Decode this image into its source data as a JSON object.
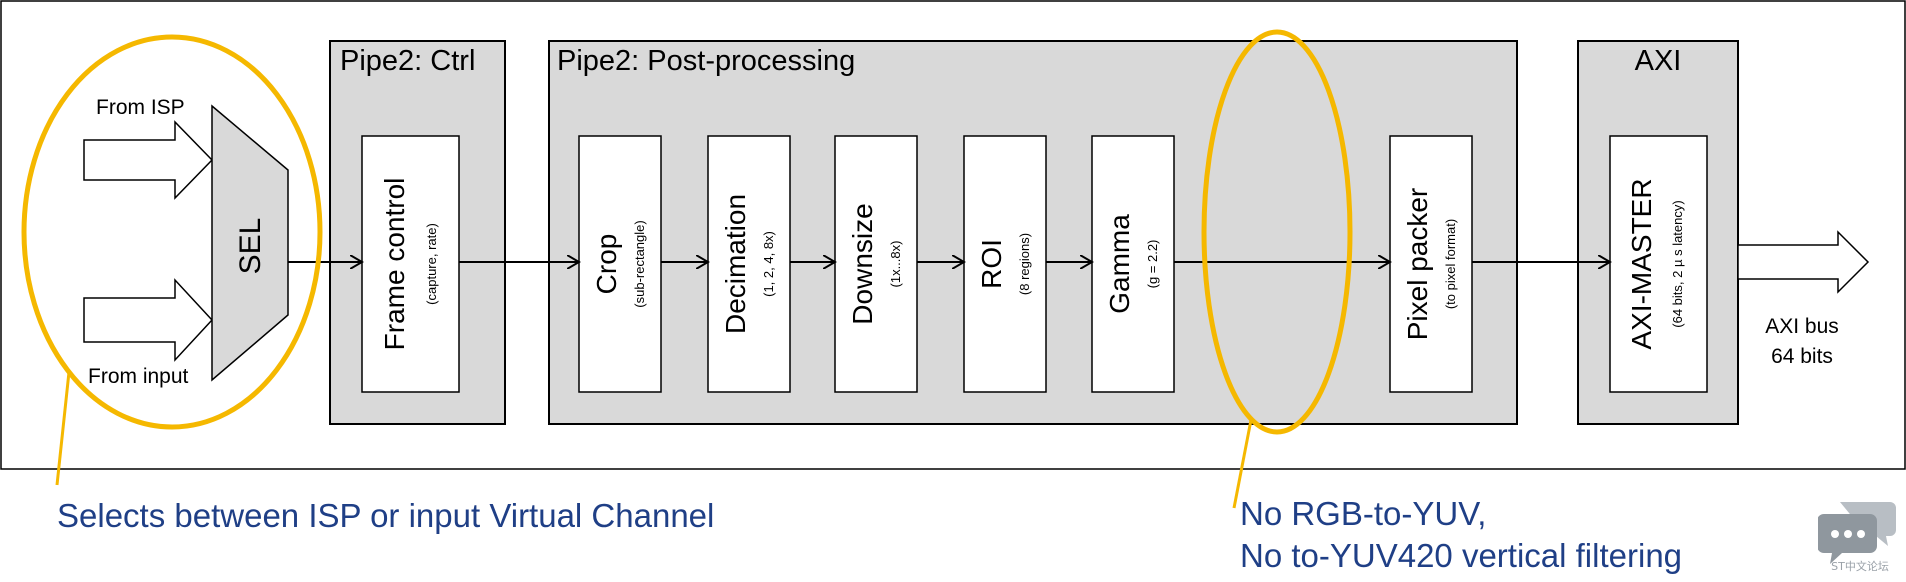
{
  "inputs": {
    "from_isp": "From ISP",
    "from_input": "From input",
    "selector": "SEL"
  },
  "groups": {
    "ctrl": "Pipe2: Ctrl",
    "post": "Pipe2: Post-processing",
    "axi": "AXI"
  },
  "blocks": [
    {
      "title": "Frame control",
      "sub": "(capture, rate)"
    },
    {
      "title": "Crop",
      "sub": "(sub-rectangle)"
    },
    {
      "title": "Decimation",
      "sub": "(1, 2, 4, 8x)"
    },
    {
      "title": "Downsize",
      "sub": "(1x...8x)"
    },
    {
      "title": "ROI",
      "sub": "(8 regions)"
    },
    {
      "title": "Gamma",
      "sub": "(g = 2.2)"
    },
    {
      "title": "Pixel packer",
      "sub": "(to pixel format)"
    },
    {
      "title": "AXI-MASTER",
      "sub": "(64 bits, 2 µ s latency)"
    }
  ],
  "output": {
    "line1": "AXI bus",
    "line2": "64 bits"
  },
  "annotations": {
    "left": "Selects between ISP or input Virtual Channel",
    "right_line1": "No RGB-to-YUV,",
    "right_line2": "No to-YUV420 vertical filtering"
  },
  "watermark": "ST中文论坛",
  "colors": {
    "highlight": "#f5b800",
    "annotation_text": "#1f3f86",
    "group_fill": "#d9d9d9"
  }
}
